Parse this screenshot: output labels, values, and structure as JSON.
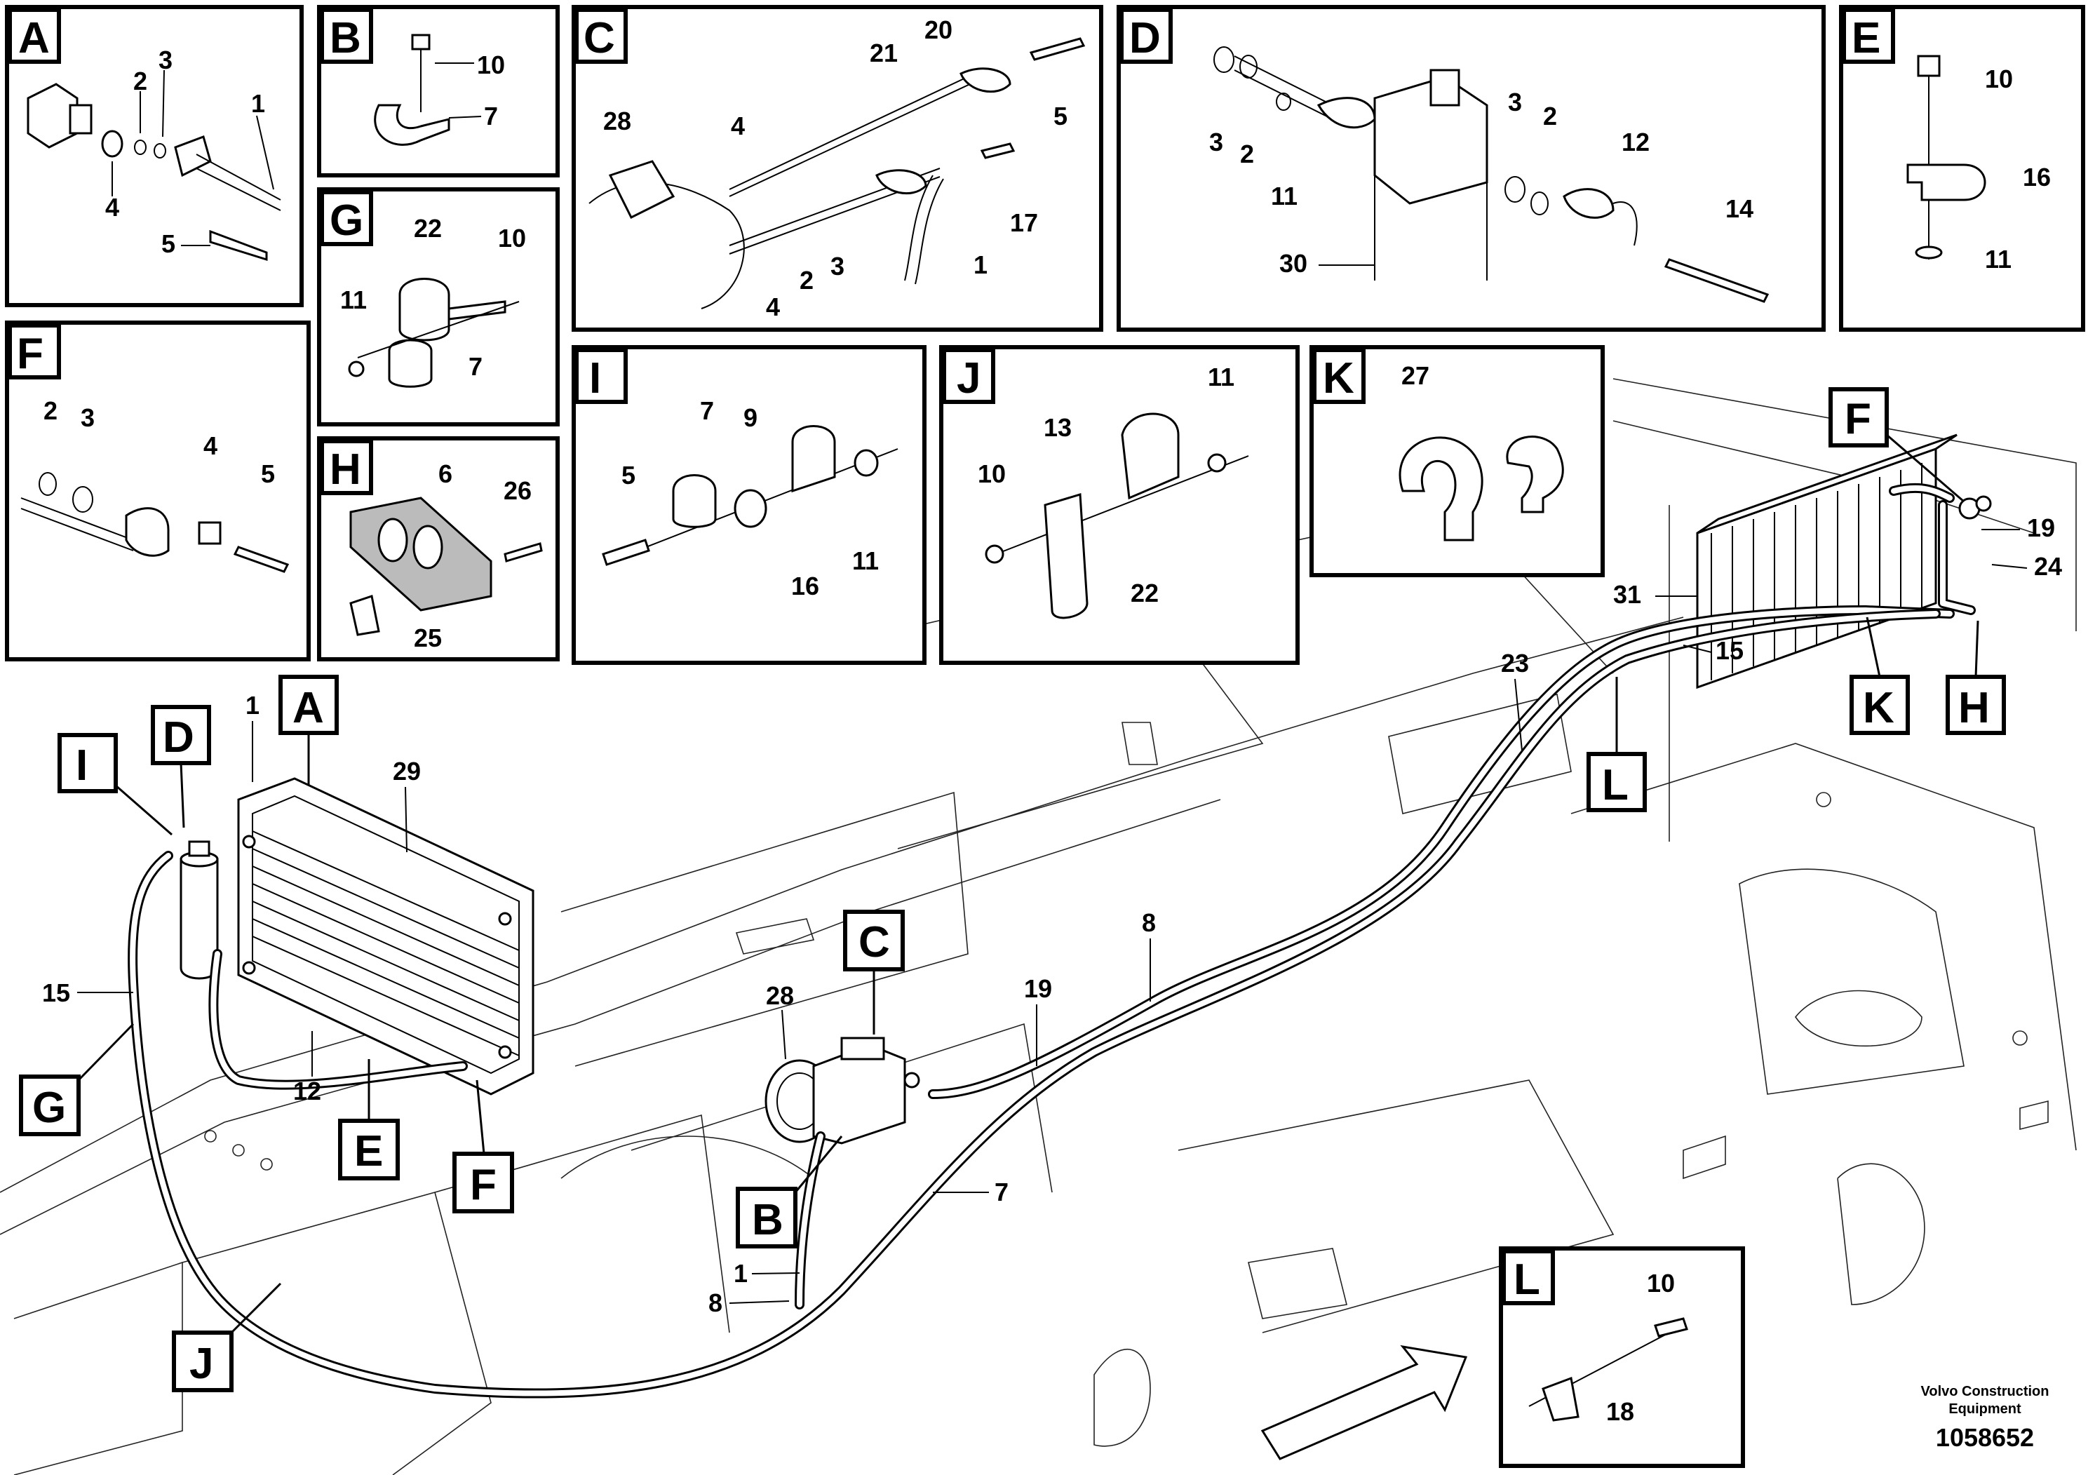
{
  "detail_boxes": {
    "A": {
      "letter": "A",
      "labels": [
        "2",
        "3",
        "1",
        "4",
        "5"
      ]
    },
    "B": {
      "letter": "B",
      "labels": [
        "10",
        "7"
      ]
    },
    "C": {
      "letter": "C",
      "labels": [
        "21",
        "20",
        "28",
        "4",
        "5",
        "17",
        "4",
        "2",
        "3",
        "1"
      ]
    },
    "D": {
      "letter": "D",
      "labels": [
        "3",
        "2",
        "11",
        "3",
        "2",
        "12",
        "30",
        "14"
      ]
    },
    "E": {
      "letter": "E",
      "labels": [
        "10",
        "16",
        "11"
      ]
    },
    "F": {
      "letter": "F",
      "labels": [
        "2",
        "3",
        "4",
        "5"
      ]
    },
    "G": {
      "letter": "G",
      "labels": [
        "22",
        "10",
        "11",
        "7"
      ]
    },
    "H": {
      "letter": "H",
      "labels": [
        "6",
        "26",
        "25"
      ]
    },
    "I": {
      "letter": "I",
      "labels": [
        "7",
        "9",
        "5",
        "16",
        "11"
      ]
    },
    "J": {
      "letter": "J",
      "labels": [
        "13",
        "11",
        "10",
        "22"
      ]
    },
    "K": {
      "letter": "K",
      "labels": [
        "27"
      ]
    },
    "L": {
      "letter": "L",
      "labels": [
        "10",
        "18"
      ]
    }
  },
  "main_callouts": {
    "letters": [
      "I",
      "D",
      "A",
      "C",
      "B",
      "E",
      "F",
      "G",
      "J",
      "F",
      "K",
      "H",
      "L"
    ],
    "numbers": [
      "1",
      "29",
      "15",
      "12",
      "28",
      "19",
      "8",
      "7",
      "1",
      "8",
      "23",
      "31",
      "15",
      "19",
      "24"
    ]
  },
  "footer": {
    "brand_line1": "Volvo Construction",
    "brand_line2": "Equipment",
    "figure_number": "1058652"
  }
}
